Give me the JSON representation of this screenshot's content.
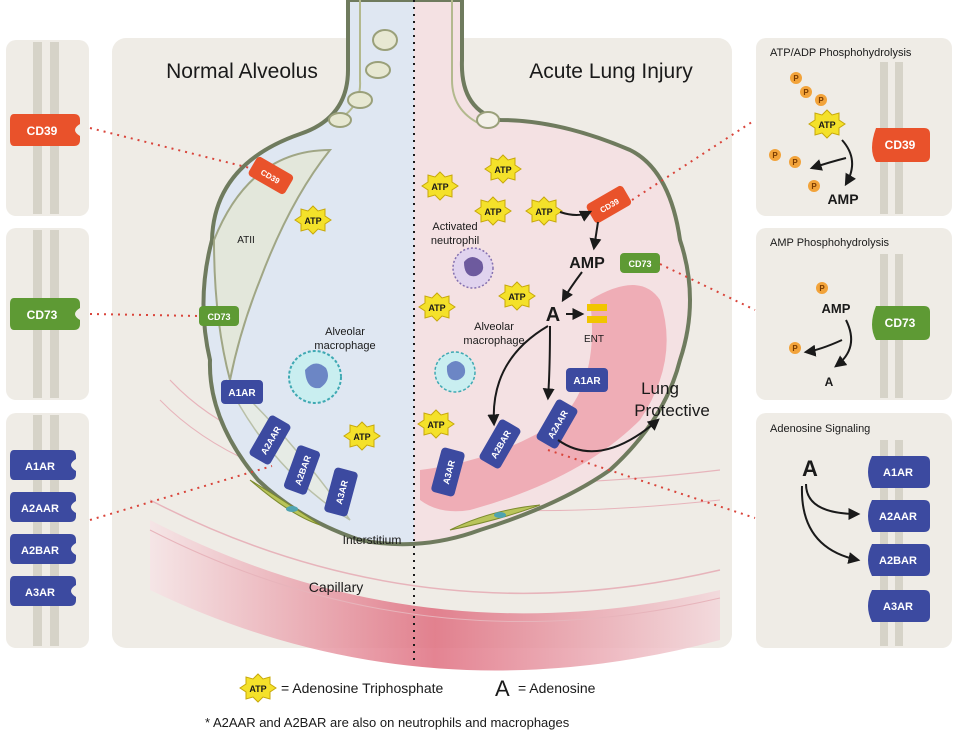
{
  "titles": {
    "normal": "Normal Alveolus",
    "injury": "Acute Lung Injury"
  },
  "receptors": {
    "cd39": "CD39",
    "cd73": "CD73",
    "a1": "A1AR",
    "a2a": "A2AAR",
    "a2b": "A2BAR",
    "a3": "A3AR"
  },
  "molecules": {
    "atp": "ATP",
    "amp": "AMP",
    "adenosine": "A",
    "phosphate": "P",
    "ent": "ENT"
  },
  "labels": {
    "atii": "ATII",
    "activated_neutrophil": [
      "Activated",
      "neutrophil"
    ],
    "alveolar_macrophage": [
      "Alveolar",
      "macrophage"
    ],
    "lung_protective": [
      "Lung",
      "Protective"
    ],
    "interstitium": "Interstitium",
    "capillary": "Capillary"
  },
  "panels": {
    "atp_adp": "ATP/ADP Phosphohydrolysis",
    "amp": "AMP Phosphohydrolysis",
    "adenosine_signaling": "Adenosine Signaling"
  },
  "legend": {
    "atp_text": "= Adenosine Triphosphate",
    "adenosine_symbol": "A",
    "adenosine_text": "= Adenosine"
  },
  "footnote": "* A2AAR and A2BAR are also on neutrophils and macrophages",
  "colors": {
    "panel_bg": "#efece6",
    "normal_fill": "#dfe7f2",
    "injury_fill": "#f4e1e3",
    "cd39": "#e9522b",
    "cd73": "#5e9a34",
    "receptor": "#3c4aa0",
    "atp_yellow": "#f4e12a",
    "phosphate": "#f2a33a",
    "dotted_red": "#d9443a"
  }
}
